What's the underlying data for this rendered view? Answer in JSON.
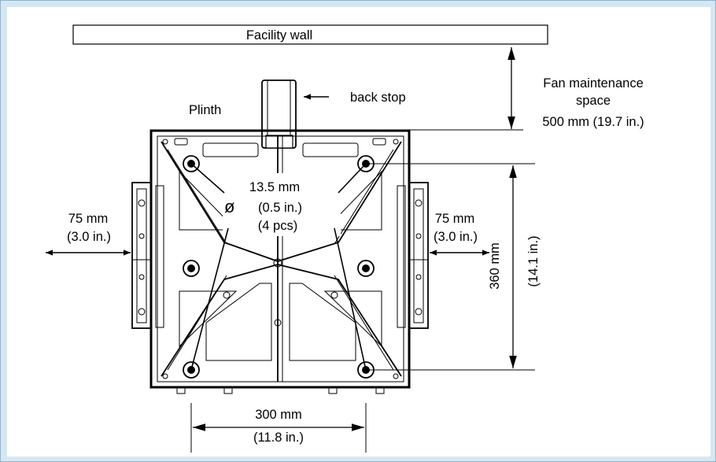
{
  "labels": {
    "facility_wall": "Facility wall",
    "fan_line1": "Fan maintenance",
    "fan_line2": "space",
    "fan_line3": "500 mm (19.7 in.)",
    "back_stop": "back stop",
    "plinth": "Plinth",
    "hole_size": "13.5 mm",
    "hole_diam": "(0.5 in.)",
    "hole_diam_symbol": "ø",
    "hole_count": "(4 pcs)",
    "left_mm": "75 mm",
    "left_in": "(3.0 in.)",
    "right_mm": "75 mm",
    "right_in": "(3.0 in.)",
    "depth_mm": "360 mm",
    "depth_in": "(14.1 in.)",
    "width_mm": "300 mm",
    "width_in": "(11.8 in.)"
  }
}
